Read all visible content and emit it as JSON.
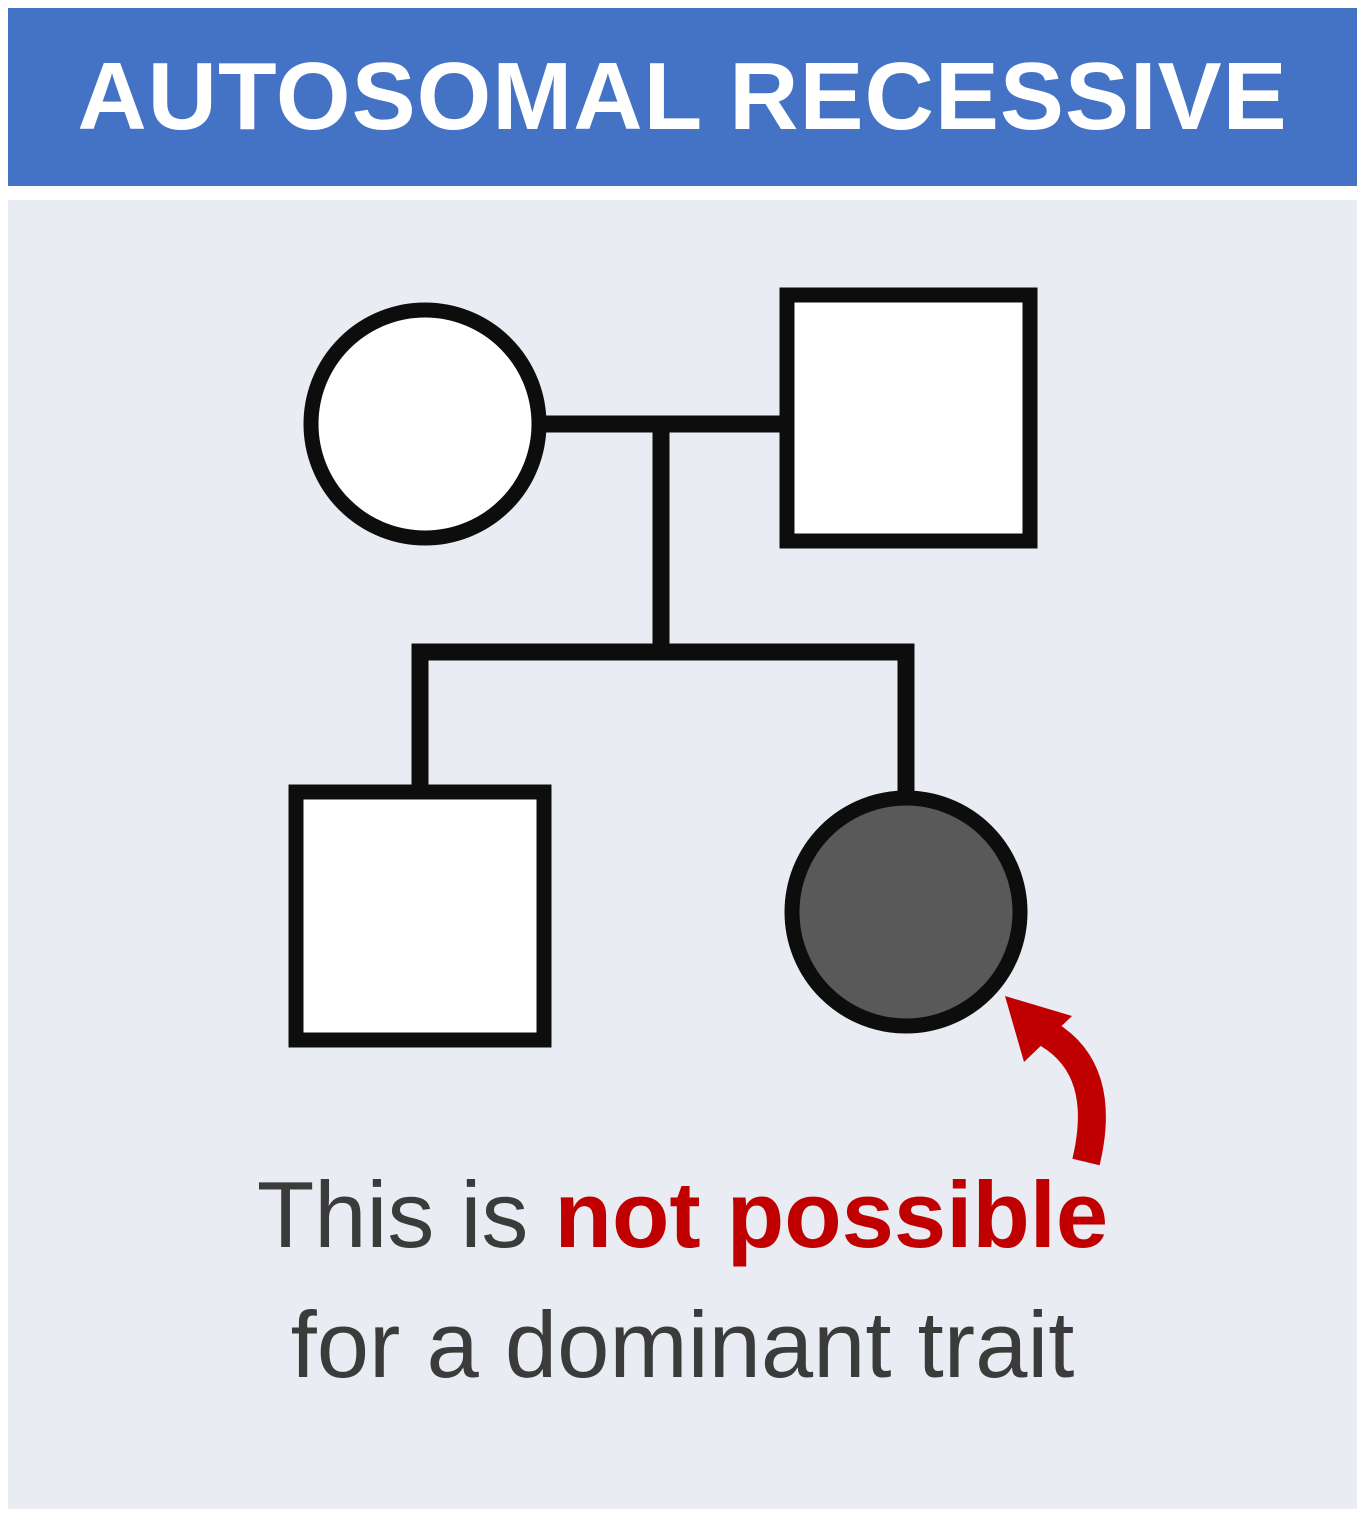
{
  "header": {
    "title": "AUTOSOMAL RECESSIVE"
  },
  "caption": {
    "line1_prefix": "This is ",
    "line1_highlight": "not possible",
    "line2": "for a dominant trait"
  },
  "pedigree": {
    "generation1": [
      {
        "id": "mother",
        "shape": "circle",
        "affected": false
      },
      {
        "id": "father",
        "shape": "square",
        "affected": false
      }
    ],
    "generation2": [
      {
        "id": "son",
        "shape": "square",
        "affected": false
      },
      {
        "id": "daughter",
        "shape": "circle",
        "affected": true
      }
    ],
    "annotation_target": "daughter"
  },
  "colors": {
    "header_bg": "#4472C4",
    "panel_bg": "#E9EDF3",
    "line": "#0D0D0D",
    "unaffected_fill": "#FFFFFF",
    "affected_fill": "#595959",
    "accent_red": "#C00000",
    "caption_text": "#3B3B3B"
  }
}
